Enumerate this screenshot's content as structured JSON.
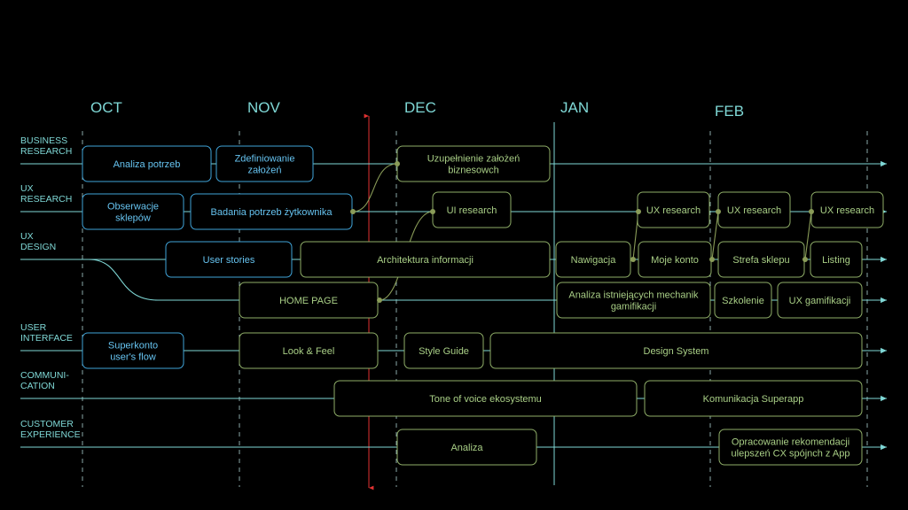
{
  "months": [
    "OCT",
    "NOV",
    "DEC",
    "JAN",
    "FEB"
  ],
  "lanes": [
    {
      "label": [
        "BUSINESS",
        "RESEARCH"
      ]
    },
    {
      "label": [
        "UX",
        "RESEARCH"
      ]
    },
    {
      "label": [
        "UX",
        "DESIGN"
      ]
    },
    {
      "label": [
        "USER",
        "INTERFACE"
      ]
    },
    {
      "label": [
        "COMMUNI-",
        "CATION"
      ]
    },
    {
      "label": [
        "CUSTOMER",
        "EXPERIENCE"
      ]
    }
  ],
  "tasks": [
    {
      "text": [
        "Analiza potrzeb"
      ],
      "style": "blue"
    },
    {
      "text": [
        "Zdefiniowanie",
        "założeń"
      ],
      "style": "blue"
    },
    {
      "text": [
        "Uzupełnienie założeń",
        "biznesowch"
      ],
      "style": "green"
    },
    {
      "text": [
        "Obserwacje",
        "sklepów"
      ],
      "style": "blue"
    },
    {
      "text": [
        "Badania potrzeb żytkownika"
      ],
      "style": "blue"
    },
    {
      "text": [
        "UI research"
      ],
      "style": "green"
    },
    {
      "text": [
        "UX research"
      ],
      "style": "green"
    },
    {
      "text": [
        "UX research"
      ],
      "style": "green"
    },
    {
      "text": [
        "UX research"
      ],
      "style": "green"
    },
    {
      "text": [
        "User stories"
      ],
      "style": "blue"
    },
    {
      "text": [
        "Architektura informacji"
      ],
      "style": "green"
    },
    {
      "text": [
        "Nawigacja"
      ],
      "style": "green"
    },
    {
      "text": [
        "Moje konto"
      ],
      "style": "green"
    },
    {
      "text": [
        "Strefa sklepu"
      ],
      "style": "green"
    },
    {
      "text": [
        "Listing"
      ],
      "style": "green"
    },
    {
      "text": [
        "HOME PAGE"
      ],
      "style": "green"
    },
    {
      "text": [
        "Analiza istniejących mechanik",
        "gamifikacji"
      ],
      "style": "green"
    },
    {
      "text": [
        "Szkolenie"
      ],
      "style": "green"
    },
    {
      "text": [
        "UX gamifikacji"
      ],
      "style": "green"
    },
    {
      "text": [
        "Superkonto",
        "user's flow"
      ],
      "style": "blue"
    },
    {
      "text": [
        "Look & Feel"
      ],
      "style": "green"
    },
    {
      "text": [
        "Style Guide"
      ],
      "style": "green"
    },
    {
      "text": [
        "Design System"
      ],
      "style": "green"
    },
    {
      "text": [
        "Tone of voice ekosystemu"
      ],
      "style": "green"
    },
    {
      "text": [
        "Komunikacja Superapp"
      ],
      "style": "green"
    },
    {
      "text": [
        "Analiza"
      ],
      "style": "green"
    },
    {
      "text": [
        "Opracowanie rekomendacji",
        "ulepszeń CX spójnch z App"
      ],
      "style": "green"
    }
  ],
  "colors": {
    "background": "#000000",
    "line": "#7fd8d6",
    "blue_border": "#3fa3d8",
    "blue_text": "#66c3f0",
    "green_border": "#8fae68",
    "green_text": "#a9cf86",
    "dot": "#8a9c58",
    "today_marker": "#e23232"
  }
}
